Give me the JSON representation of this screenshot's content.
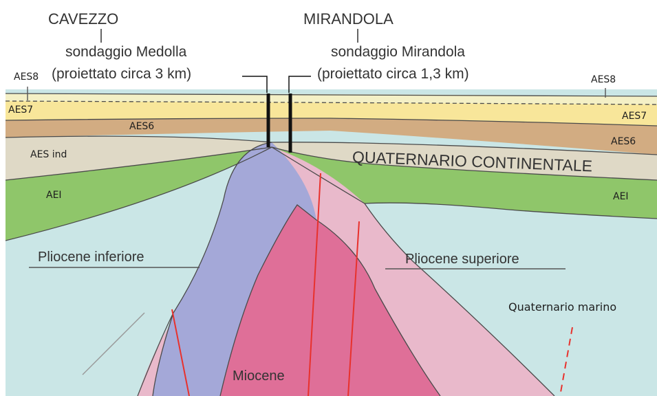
{
  "towns": {
    "cavezzo": "CAVEZZO",
    "mirandola": "MIRANDOLA"
  },
  "wells": {
    "medolla_name": "sondaggio Medolla",
    "medolla_note": "(proiettato circa 3 km)",
    "mirandola_name": "sondaggio Mirandola",
    "mirandola_note": "(proiettato circa 1,3 km)"
  },
  "units": {
    "aes8_left": "AES8",
    "aes8_right": "AES8",
    "aes7_left": "AES7",
    "aes7_right": "AES7",
    "aes6_left": "AES6",
    "aes6_right": "AES6",
    "aes_ind": "AES ind",
    "quaternario_continentale": "QUATERNARIO CONTINENTALE",
    "aei_left": "AEI",
    "aei_right": "AEI",
    "pliocene_inferiore": "Pliocene inferiore",
    "pliocene_superiore": "Pliocene superiore",
    "quaternario_marino": "Quaternario marino",
    "miocene": "Miocene"
  },
  "colors": {
    "aes8": "#f4f0c6",
    "aes7": "#f8e69a",
    "aes6": "#d2ac82",
    "aes_ind": "#dfd9c6",
    "aei": "#8fc66a",
    "quaternario_marino": "#cae6e6",
    "pliocene_inferiore": "#a4a8d8",
    "pliocene_superiore": "#e9b9cb",
    "miocene": "#df6f98",
    "fault": "#e8312c"
  }
}
